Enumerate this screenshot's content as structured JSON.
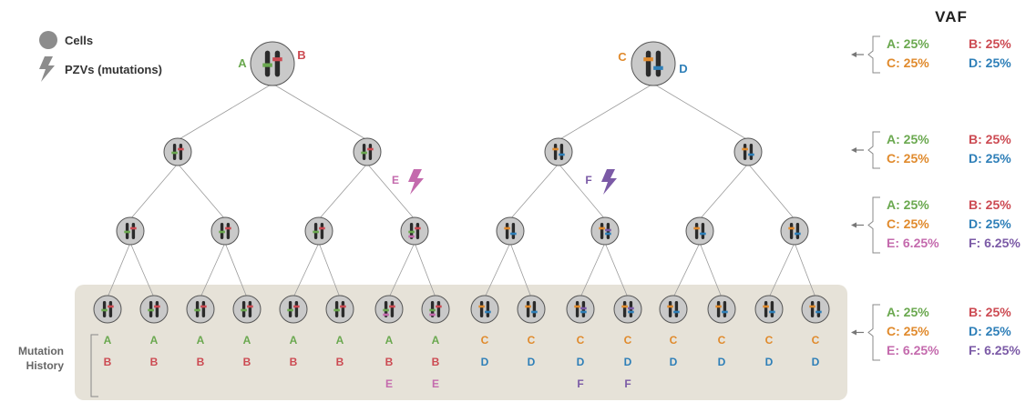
{
  "legend": {
    "cells_label": "Cells",
    "pzv_label": "PZVs (mutations)",
    "cell_color": "#8c8c8c",
    "bolt_color": "#8c8c8c"
  },
  "vaf_title": "VAF",
  "mutation_history_label": [
    "Mutation",
    "History"
  ],
  "colors": {
    "A": "#6aa84f",
    "B": "#cc4a52",
    "C": "#e08a2c",
    "D": "#2e7fb8",
    "E": "#c46aad",
    "F": "#7b5aa6",
    "cell_fill": "#c9c9c9",
    "cell_stroke": "#555555",
    "chrom": "#2b2b2b",
    "panel": "#e6e2d8",
    "edge": "#9a9a9a",
    "arrow": "#777777"
  },
  "tree": {
    "root_labels": [
      {
        "left": "A",
        "right": "B"
      },
      {
        "left": "C",
        "right": "D"
      }
    ],
    "mutation_events": [
      {
        "label": "E",
        "color_key": "E"
      },
      {
        "label": "F",
        "color_key": "F"
      }
    ]
  },
  "vaf_rows": [
    [
      {
        "text": "A: 25%",
        "c": "A"
      },
      {
        "text": "B: 25%",
        "c": "B"
      },
      {
        "text": "C: 25%",
        "c": "C"
      },
      {
        "text": "D: 25%",
        "c": "D"
      }
    ],
    [
      {
        "text": "A: 25%",
        "c": "A"
      },
      {
        "text": "B: 25%",
        "c": "B"
      },
      {
        "text": "C: 25%",
        "c": "C"
      },
      {
        "text": "D: 25%",
        "c": "D"
      }
    ],
    [
      {
        "text": "A: 25%",
        "c": "A"
      },
      {
        "text": "B: 25%",
        "c": "B"
      },
      {
        "text": "C: 25%",
        "c": "C"
      },
      {
        "text": "D: 25%",
        "c": "D"
      },
      {
        "text": "E: 6.25%",
        "c": "E"
      },
      {
        "text": "F: 6.25%",
        "c": "F"
      }
    ],
    [
      {
        "text": "A: 25%",
        "c": "A"
      },
      {
        "text": "B: 25%",
        "c": "B"
      },
      {
        "text": "C: 25%",
        "c": "C"
      },
      {
        "text": "D: 25%",
        "c": "D"
      },
      {
        "text": "E: 6.25%",
        "c": "E"
      },
      {
        "text": "F: 6.25%",
        "c": "F"
      }
    ]
  ],
  "leaves": [
    {
      "history": [
        "A",
        "B"
      ]
    },
    {
      "history": [
        "A",
        "B"
      ]
    },
    {
      "history": [
        "A",
        "B"
      ]
    },
    {
      "history": [
        "A",
        "B"
      ]
    },
    {
      "history": [
        "A",
        "B"
      ]
    },
    {
      "history": [
        "A",
        "B"
      ]
    },
    {
      "history": [
        "A",
        "B",
        "E"
      ]
    },
    {
      "history": [
        "A",
        "B",
        "E"
      ]
    },
    {
      "history": [
        "C",
        "D"
      ]
    },
    {
      "history": [
        "C",
        "D"
      ]
    },
    {
      "history": [
        "C",
        "D",
        "F"
      ]
    },
    {
      "history": [
        "C",
        "D",
        "F"
      ]
    },
    {
      "history": [
        "C",
        "D"
      ]
    },
    {
      "history": [
        "C",
        "D"
      ]
    },
    {
      "history": [
        "C",
        "D"
      ]
    },
    {
      "history": [
        "C",
        "D"
      ]
    }
  ]
}
